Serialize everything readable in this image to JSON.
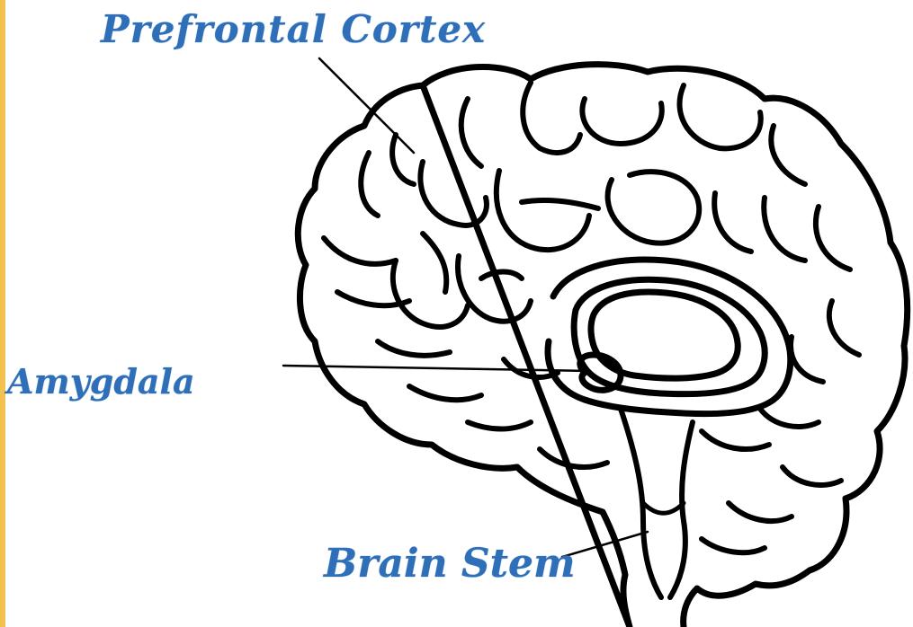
{
  "labels": {
    "prefrontal_cortex": "Prefrontal Cortex",
    "amygdala": "Amygdala",
    "brain_stem": "Brain Stem"
  },
  "colors": {
    "label_blue": "#2f6fb8",
    "outline": "#000000",
    "accent_bar": "#f2c14e",
    "background": "#ffffff"
  }
}
